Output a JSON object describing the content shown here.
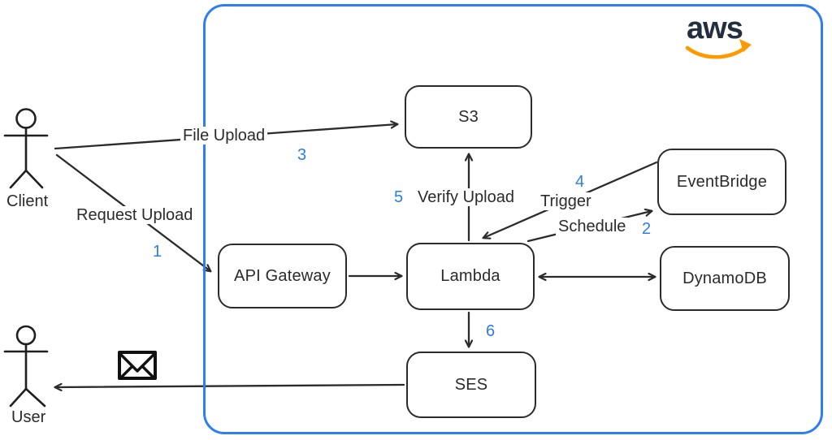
{
  "diagram": {
    "provider_logo": "aws",
    "nodes": {
      "s3": {
        "label": "S3"
      },
      "api_gateway": {
        "label": "API Gateway"
      },
      "lambda": {
        "label": "Lambda"
      },
      "eventbridge": {
        "label": "EventBridge"
      },
      "dynamodb": {
        "label": "DynamoDB"
      },
      "ses": {
        "label": "SES"
      }
    },
    "actors": {
      "client": {
        "label": "Client"
      },
      "user": {
        "label": "User"
      }
    },
    "edges": [
      {
        "step": "1",
        "label": "Request Upload",
        "from": "Client",
        "to": "API Gateway",
        "bidirectional": false
      },
      {
        "step": "2",
        "label": "Schedule",
        "from": "Lambda",
        "to": "EventBridge",
        "bidirectional": false
      },
      {
        "step": "3",
        "label": "File Upload",
        "from": "Client",
        "to": "S3",
        "bidirectional": false
      },
      {
        "step": "4",
        "label": "Trigger",
        "from": "EventBridge",
        "to": "Lambda",
        "bidirectional": false
      },
      {
        "step": "5",
        "label": "Verify Upload",
        "from": "Lambda",
        "to": "S3",
        "bidirectional": false
      },
      {
        "step": "6",
        "label": "",
        "from": "Lambda",
        "to": "SES",
        "bidirectional": false
      },
      {
        "step": "",
        "label": "",
        "from": "API Gateway",
        "to": "Lambda",
        "bidirectional": false
      },
      {
        "step": "",
        "label": "",
        "from": "Lambda",
        "to": "DynamoDB",
        "bidirectional": true
      },
      {
        "step": "",
        "label": "",
        "from": "SES",
        "to": "User",
        "bidirectional": false
      }
    ],
    "icons": {
      "envelope": "envelope-icon",
      "aws_smile": "aws-smile-arrow-icon",
      "client_figure": "person-stick-figure-icon",
      "user_figure": "person-stick-figure-icon"
    },
    "colors": {
      "boundary_blue": "#2e7ef2",
      "step_blue": "#2b7de9",
      "stroke": "#2b2b2b",
      "aws_navy": "#232f3e",
      "aws_orange": "#ff9900"
    }
  }
}
